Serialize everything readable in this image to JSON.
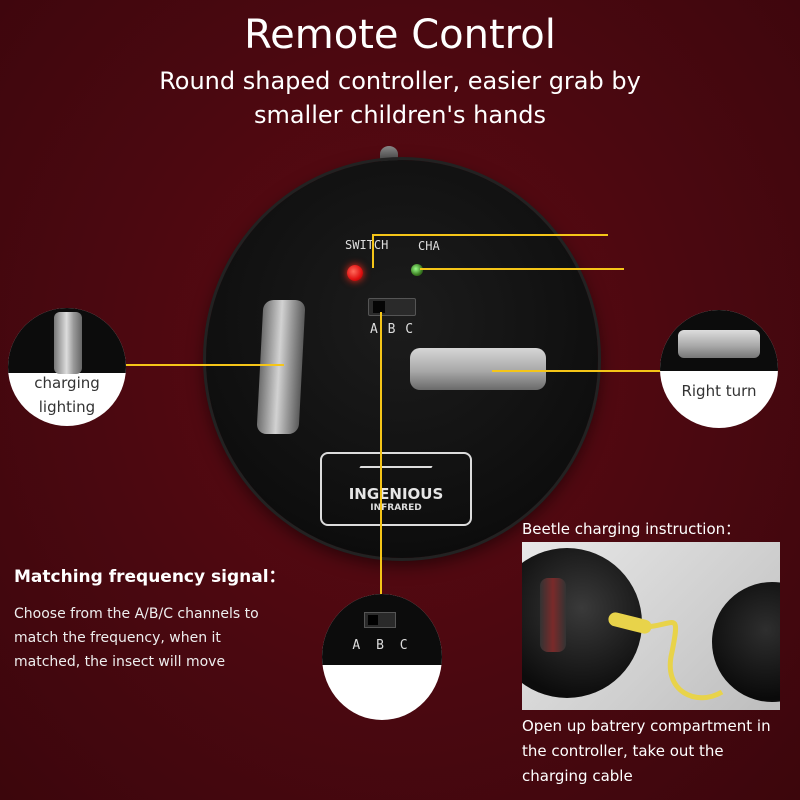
{
  "header": {
    "title": "Remote Control",
    "subtitle_line1": "Round shaped controller, easier grab by",
    "subtitle_line2": "smaller children's hands"
  },
  "controller": {
    "switch_label": "SWITCH",
    "cha_label": "CHA",
    "channel_letters": "A B C",
    "brand": "INGENIOUS",
    "brand_sub": "INFRARED"
  },
  "callouts": {
    "left_line1": "charging",
    "left_line2": "lighting",
    "right": "Right turn",
    "middle_letters": "A B C"
  },
  "matching": {
    "title": "Matching frequency signal：",
    "desc": "Choose from the A/B/C channels to match the frequency, when it matched, the insect will move"
  },
  "beetle": {
    "title": "Beetle charging instruction：",
    "desc": "Open up batrery compartment in the controller, take out the charging cable"
  },
  "colors": {
    "background": "#4a0810",
    "callout_line": "#f5c518",
    "led_red": "#e01010",
    "led_green": "#3a7a20"
  }
}
